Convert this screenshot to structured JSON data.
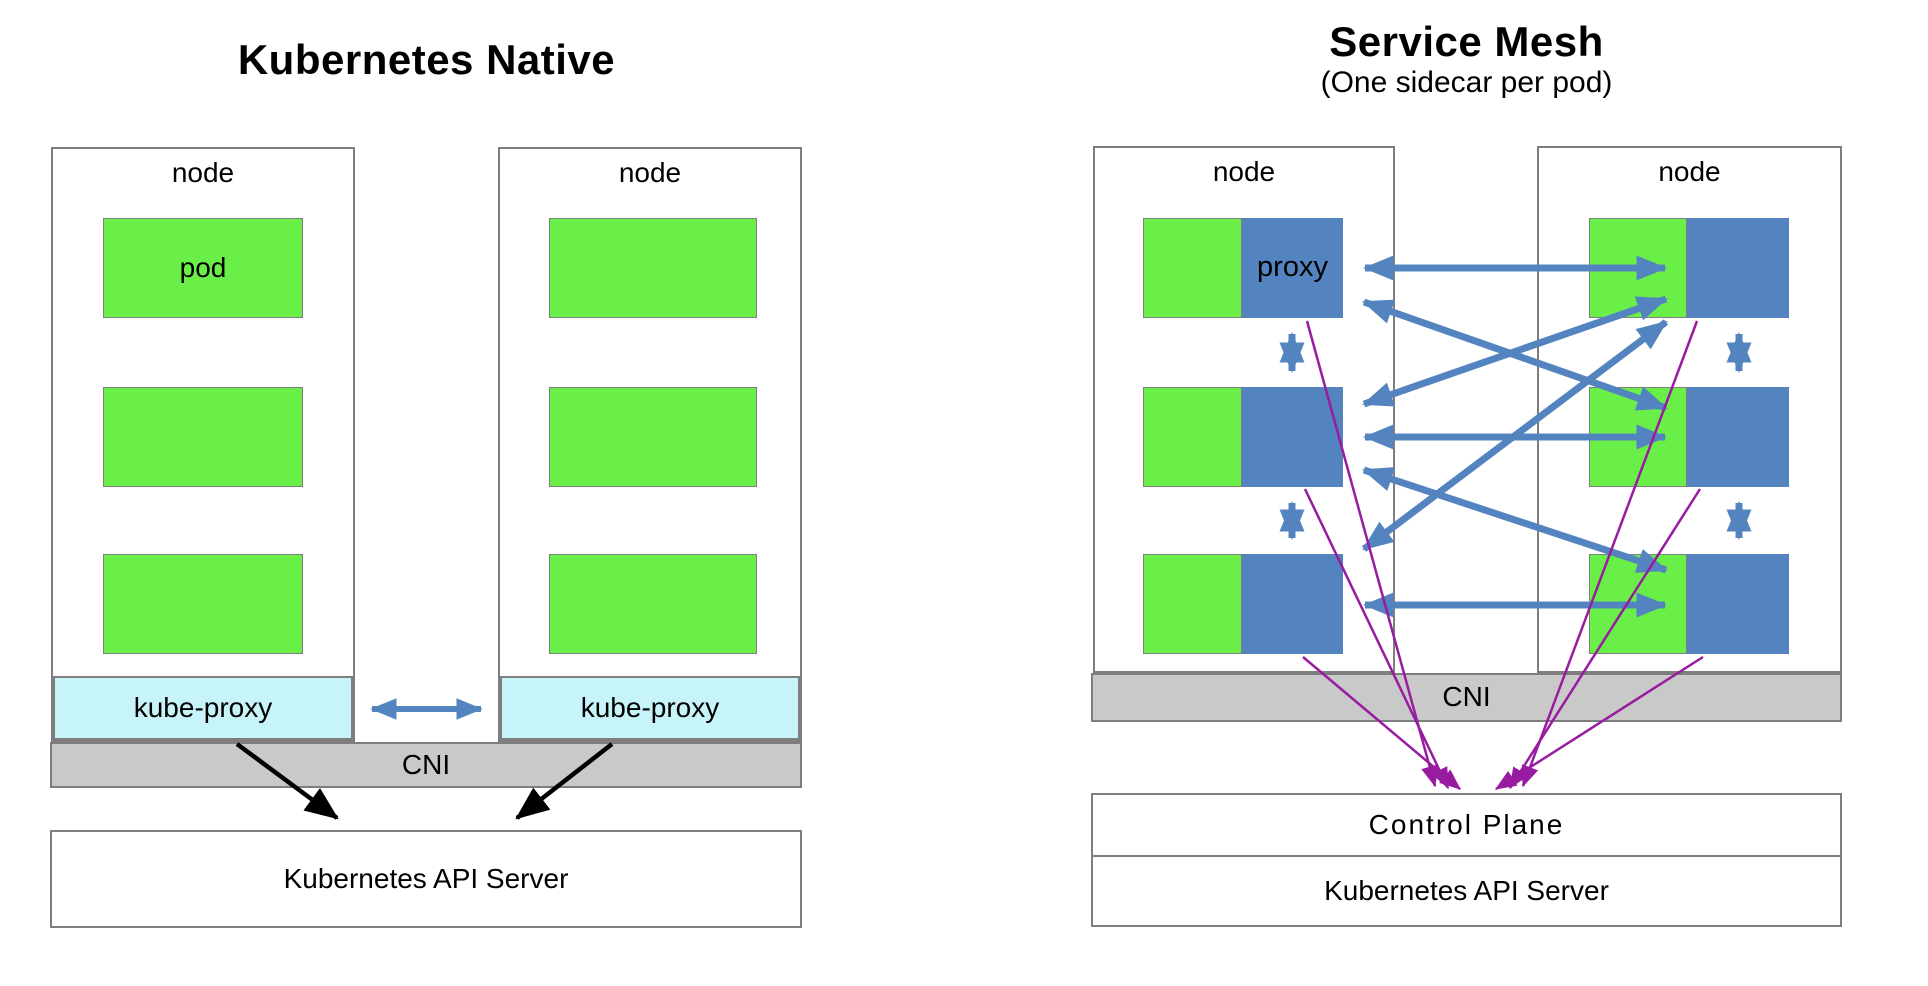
{
  "left_diagram": {
    "title": "Kubernetes Native",
    "nodes": [
      {
        "label": "node",
        "pods": [
          "pod",
          "",
          ""
        ],
        "kube_proxy_label": "kube-proxy"
      },
      {
        "label": "node",
        "pods": [
          "",
          "",
          ""
        ],
        "kube_proxy_label": "kube-proxy"
      }
    ],
    "cni_label": "CNI",
    "api_server_label": "Kubernetes API Server"
  },
  "right_diagram": {
    "title": "Service Mesh",
    "subtitle": "(One sidecar per pod)",
    "nodes": [
      {
        "label": "node",
        "proxy_label": "proxy"
      },
      {
        "label": "node",
        "proxy_label": ""
      }
    ],
    "cni_label": "CNI",
    "control_plane_label": "Control Plane",
    "api_server_label": "Kubernetes API Server"
  },
  "colors": {
    "pod-green": "#6AEF48",
    "proxy-blue": "#5484BF",
    "arrow-blue": "#5484BF",
    "kube-proxy-cyan": "#C7F4F9",
    "cni-gray": "#C9C9C9",
    "border-gray": "#7E7E7E",
    "purple": "#981CA0",
    "black": "#000000"
  }
}
